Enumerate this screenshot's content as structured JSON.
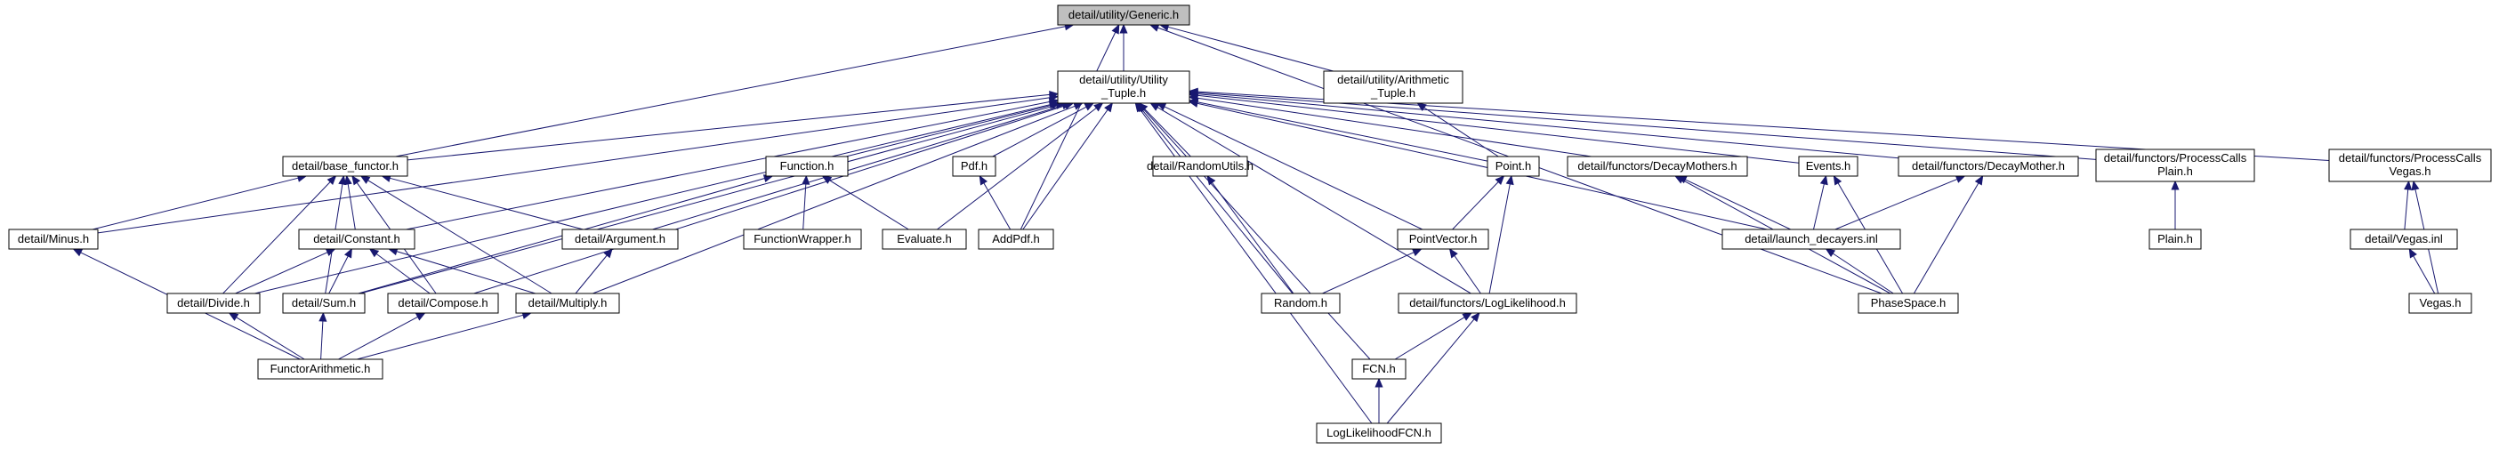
{
  "nodes": [
    {
      "id": "generic",
      "label": "detail/utility/Generic.h",
      "root": true
    },
    {
      "id": "utility_tuple",
      "label": [
        "detail/utility/Utility",
        "_Tuple.h"
      ]
    },
    {
      "id": "arith_tuple",
      "label": [
        "detail/utility/Arithmetic",
        "_Tuple.h"
      ]
    },
    {
      "id": "base_functor",
      "label": "detail/base_functor.h"
    },
    {
      "id": "function_h",
      "label": "Function.h"
    },
    {
      "id": "pdf_h",
      "label": "Pdf.h"
    },
    {
      "id": "random_utils",
      "label": "detail/RandomUtils.h"
    },
    {
      "id": "point_h",
      "label": "Point.h"
    },
    {
      "id": "decay_mothers",
      "label": "detail/functors/DecayMothers.h"
    },
    {
      "id": "events_h",
      "label": "Events.h"
    },
    {
      "id": "decay_mother",
      "label": "detail/functors/DecayMother.h"
    },
    {
      "id": "pcp",
      "label": [
        "detail/functors/ProcessCalls",
        "Plain.h"
      ]
    },
    {
      "id": "pcv",
      "label": [
        "detail/functors/ProcessCalls",
        "Vegas.h"
      ]
    },
    {
      "id": "minus_h",
      "label": "detail/Minus.h"
    },
    {
      "id": "constant_h",
      "label": "detail/Constant.h"
    },
    {
      "id": "argument_h",
      "label": "detail/Argument.h"
    },
    {
      "id": "function_wrapper",
      "label": "FunctionWrapper.h"
    },
    {
      "id": "evaluate_h",
      "label": "Evaluate.h"
    },
    {
      "id": "addpdf_h",
      "label": "AddPdf.h"
    },
    {
      "id": "point_vector",
      "label": "PointVector.h"
    },
    {
      "id": "launch_decayers",
      "label": "detail/launch_decayers.inl"
    },
    {
      "id": "plain_h",
      "label": "Plain.h"
    },
    {
      "id": "vegas_inl",
      "label": "detail/Vegas.inl"
    },
    {
      "id": "divide_h",
      "label": "detail/Divide.h"
    },
    {
      "id": "sum_h",
      "label": "detail/Sum.h"
    },
    {
      "id": "compose_h",
      "label": "detail/Compose.h"
    },
    {
      "id": "multiply_h",
      "label": "detail/Multiply.h"
    },
    {
      "id": "random_h",
      "label": "Random.h"
    },
    {
      "id": "loglik_h",
      "label": "detail/functors/LogLikelihood.h"
    },
    {
      "id": "phasespace_h",
      "label": "PhaseSpace.h"
    },
    {
      "id": "vegas_h",
      "label": "Vegas.h"
    },
    {
      "id": "functor_arith",
      "label": "FunctorArithmetic.h"
    },
    {
      "id": "fcn_h",
      "label": "FCN.h"
    },
    {
      "id": "loglik_fcn",
      "label": "LogLikelihoodFCN.h"
    }
  ],
  "edges": [
    [
      "utility_tuple",
      "generic"
    ],
    [
      "arith_tuple",
      "generic"
    ],
    [
      "base_functor",
      "generic"
    ],
    [
      "addpdf_h",
      "generic"
    ],
    [
      "phasespace_h",
      "generic"
    ],
    [
      "base_functor",
      "utility_tuple"
    ],
    [
      "function_h",
      "utility_tuple"
    ],
    [
      "pdf_h",
      "utility_tuple"
    ],
    [
      "random_utils",
      "utility_tuple"
    ],
    [
      "point_h",
      "utility_tuple"
    ],
    [
      "decay_mothers",
      "utility_tuple"
    ],
    [
      "events_h",
      "utility_tuple"
    ],
    [
      "decay_mother",
      "utility_tuple"
    ],
    [
      "pcp",
      "utility_tuple"
    ],
    [
      "pcv",
      "utility_tuple"
    ],
    [
      "minus_h",
      "utility_tuple"
    ],
    [
      "constant_h",
      "utility_tuple"
    ],
    [
      "argument_h",
      "utility_tuple"
    ],
    [
      "evaluate_h",
      "utility_tuple"
    ],
    [
      "addpdf_h",
      "utility_tuple"
    ],
    [
      "point_vector",
      "utility_tuple"
    ],
    [
      "launch_decayers",
      "utility_tuple"
    ],
    [
      "divide_h",
      "utility_tuple"
    ],
    [
      "sum_h",
      "utility_tuple"
    ],
    [
      "compose_h",
      "utility_tuple"
    ],
    [
      "multiply_h",
      "utility_tuple"
    ],
    [
      "random_h",
      "utility_tuple"
    ],
    [
      "loglik_h",
      "utility_tuple"
    ],
    [
      "fcn_h",
      "utility_tuple"
    ],
    [
      "loglik_fcn",
      "utility_tuple"
    ],
    [
      "point_h",
      "arith_tuple"
    ],
    [
      "minus_h",
      "base_functor"
    ],
    [
      "constant_h",
      "base_functor"
    ],
    [
      "argument_h",
      "base_functor"
    ],
    [
      "divide_h",
      "base_functor"
    ],
    [
      "sum_h",
      "base_functor"
    ],
    [
      "compose_h",
      "base_functor"
    ],
    [
      "multiply_h",
      "base_functor"
    ],
    [
      "function_wrapper",
      "function_h"
    ],
    [
      "evaluate_h",
      "function_h"
    ],
    [
      "sum_h",
      "function_h"
    ],
    [
      "addpdf_h",
      "pdf_h"
    ],
    [
      "random_h",
      "random_utils"
    ],
    [
      "point_vector",
      "point_h"
    ],
    [
      "loglik_h",
      "point_h"
    ],
    [
      "launch_decayers",
      "decay_mothers"
    ],
    [
      "phasespace_h",
      "decay_mothers"
    ],
    [
      "launch_decayers",
      "events_h"
    ],
    [
      "phasespace_h",
      "events_h"
    ],
    [
      "launch_decayers",
      "decay_mother"
    ],
    [
      "phasespace_h",
      "decay_mother"
    ],
    [
      "plain_h",
      "pcp"
    ],
    [
      "vegas_inl",
      "pcv"
    ],
    [
      "vegas_h",
      "pcv"
    ],
    [
      "functor_arith",
      "minus_h"
    ],
    [
      "divide_h",
      "constant_h"
    ],
    [
      "sum_h",
      "constant_h"
    ],
    [
      "compose_h",
      "constant_h"
    ],
    [
      "multiply_h",
      "constant_h"
    ],
    [
      "multiply_h",
      "argument_h"
    ],
    [
      "random_h",
      "point_vector"
    ],
    [
      "loglik_h",
      "point_vector"
    ],
    [
      "phasespace_h",
      "launch_decayers"
    ],
    [
      "vegas_h",
      "vegas_inl"
    ],
    [
      "functor_arith",
      "divide_h"
    ],
    [
      "functor_arith",
      "sum_h"
    ],
    [
      "functor_arith",
      "compose_h"
    ],
    [
      "functor_arith",
      "multiply_h"
    ],
    [
      "fcn_h",
      "loglik_h"
    ],
    [
      "loglik_fcn",
      "loglik_h"
    ],
    [
      "loglik_fcn",
      "fcn_h"
    ]
  ]
}
